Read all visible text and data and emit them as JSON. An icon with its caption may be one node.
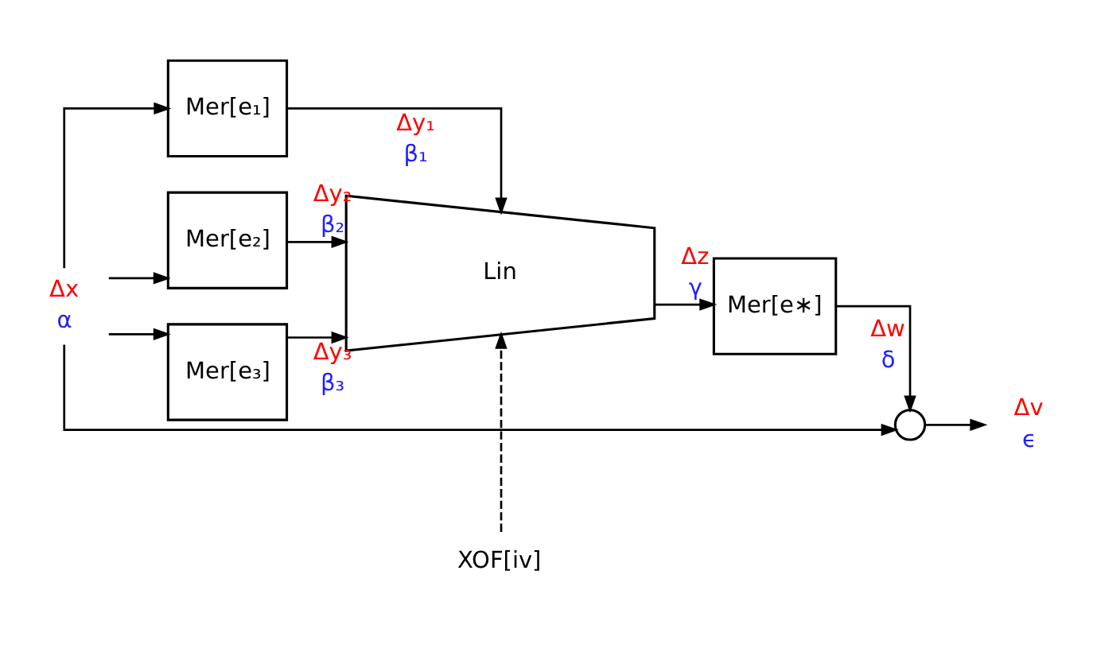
{
  "diagram": {
    "nodes": [
      {
        "text": [
          "Δx",
          "α"
        ]
      },
      {
        "text": [
          "Mer[e₁]"
        ]
      },
      {
        "text": [
          "Mer[e₂]"
        ]
      },
      {
        "text": [
          "Mer[e₃]"
        ]
      },
      {
        "text": [
          "Lin"
        ]
      },
      {
        "text": [
          "Mer[e∗]"
        ]
      },
      {
        "text": [],
        "shape": "circle"
      },
      {
        "text": [
          "Δv",
          "ϵ"
        ]
      },
      {
        "text": [
          "XOF[iv]"
        ]
      }
    ],
    "edges": [
      {
        "from": 0,
        "to": 1,
        "arrow": "to"
      },
      {
        "from": 0,
        "to": 2,
        "arrow": "to"
      },
      {
        "from": 0,
        "to": 3,
        "arrow": "to"
      },
      {
        "from": 0,
        "to": 6,
        "arrow": "to"
      },
      {
        "from": 1,
        "to": 4,
        "arrow": "to",
        "label": "Δy₁ β₁"
      },
      {
        "from": 2,
        "to": 4,
        "arrow": "to",
        "label": "Δy₂ β₂"
      },
      {
        "from": 3,
        "to": 4,
        "arrow": "to",
        "label": "Δy₃ β₃"
      },
      {
        "from": 4,
        "to": 5,
        "arrow": "to",
        "label": "Δz γ"
      },
      {
        "from": 5,
        "to": 6,
        "arrow": "to",
        "label": "Δw δ"
      },
      {
        "from": 6,
        "to": 7,
        "arrow": "to"
      },
      {
        "from": 8,
        "to": 4,
        "arrow": "to",
        "style": "dashed"
      }
    ]
  }
}
